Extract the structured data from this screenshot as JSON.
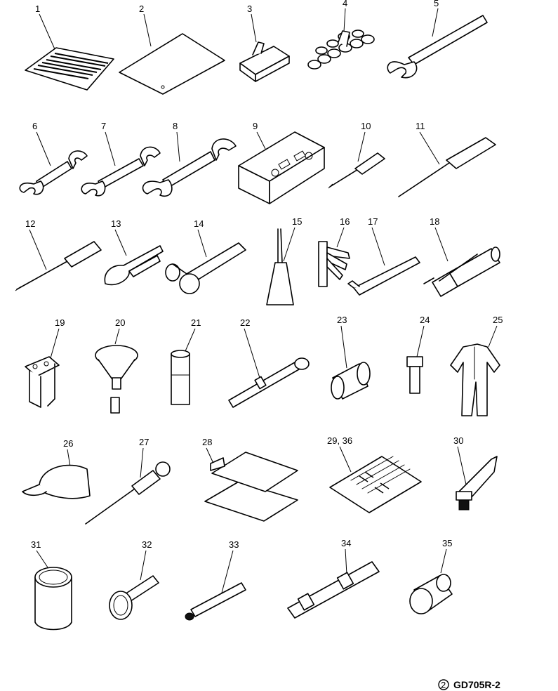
{
  "parts": [
    {
      "id": "p1",
      "label": "1"
    },
    {
      "id": "p2",
      "label": "2"
    },
    {
      "id": "p3",
      "label": "3"
    },
    {
      "id": "p4",
      "label": "4"
    },
    {
      "id": "p5",
      "label": "5"
    },
    {
      "id": "p6",
      "label": "6"
    },
    {
      "id": "p7",
      "label": "7"
    },
    {
      "id": "p8",
      "label": "8"
    },
    {
      "id": "p9",
      "label": "9"
    },
    {
      "id": "p10",
      "label": "10"
    },
    {
      "id": "p11",
      "label": "11"
    },
    {
      "id": "p12",
      "label": "12"
    },
    {
      "id": "p13",
      "label": "13"
    },
    {
      "id": "p14",
      "label": "14"
    },
    {
      "id": "p15",
      "label": "15"
    },
    {
      "id": "p16",
      "label": "16"
    },
    {
      "id": "p17",
      "label": "17"
    },
    {
      "id": "p18",
      "label": "18"
    },
    {
      "id": "p19",
      "label": "19"
    },
    {
      "id": "p20",
      "label": "20"
    },
    {
      "id": "p21",
      "label": "21"
    },
    {
      "id": "p22",
      "label": "22"
    },
    {
      "id": "p23",
      "label": "23"
    },
    {
      "id": "p24",
      "label": "24"
    },
    {
      "id": "p25",
      "label": "25"
    },
    {
      "id": "p26",
      "label": "26"
    },
    {
      "id": "p27",
      "label": "27"
    },
    {
      "id": "p28",
      "label": "28"
    },
    {
      "id": "p29",
      "label": "29, 36"
    },
    {
      "id": "p30",
      "label": "30"
    },
    {
      "id": "p31",
      "label": "31"
    },
    {
      "id": "p32",
      "label": "32"
    },
    {
      "id": "p33",
      "label": "33"
    },
    {
      "id": "p34",
      "label": "34"
    },
    {
      "id": "p35",
      "label": "35"
    }
  ],
  "drawing_code": "GD705R-2",
  "revision_mark": "2"
}
